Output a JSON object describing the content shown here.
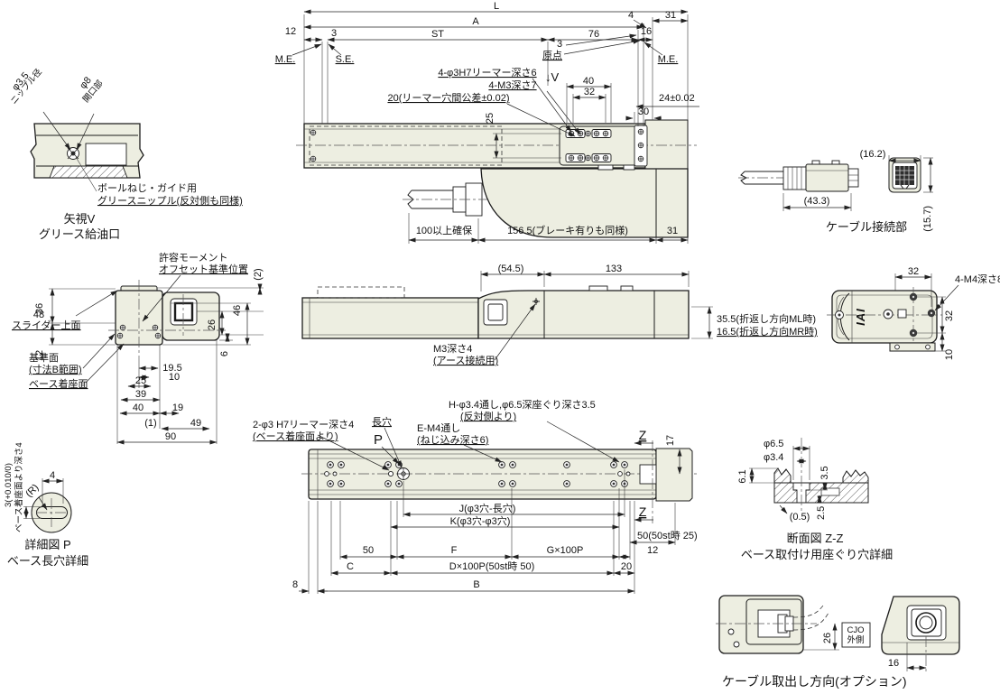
{
  "colors": {
    "background": "#ffffff",
    "body_fill": "#edeee1",
    "line": "#1c1c1c"
  },
  "top_view": {
    "L": "L",
    "A": "A",
    "ST": "ST",
    "n76": "76",
    "n12": "12",
    "n16": "16",
    "n4": "4",
    "n31": "31",
    "n3a": "3",
    "n3b": "3",
    "meL": "M.E.",
    "seL": "S.E.",
    "origin": "原点",
    "meR": "M.E.",
    "v": "↓V",
    "reamer": "4-φ3H7リーマー深さ6",
    "tap": "4-M3深さ7",
    "pitch": "20(リーマー穴間公差±0.02)",
    "n40": "40",
    "n32": "32",
    "n24": "24±0.02",
    "n30": "30",
    "n25": "25",
    "clear": "100以上確保",
    "motor": "156.5(ブレーキ有りも同様)",
    "n31b": "31"
  },
  "grease_view": {
    "d1": "φ3.5",
    "d1b": "ニップル径",
    "d2": "φ8",
    "d2b": "開口部",
    "note1": "ボールねじ・ガイド用",
    "note2": "グリースニップル(反対側も同様)",
    "title1": "矢視V",
    "title2": "グリース給油口"
  },
  "connector_view": {
    "w": "(43.3)",
    "d": "(16.2)",
    "h": "(15.7)",
    "title": "ケーブル接続部"
  },
  "front_view": {
    "moment1": "許容モーメント",
    "moment2": "オフセット基準位置",
    "n48": "48",
    "slider_top": "スライダー上面",
    "n36": "36",
    "n12": "12",
    "datum1": "基準面",
    "datum2": "(寸法B範囲)",
    "seat": "ベース着座面",
    "n195": "19.5",
    "n10": "10",
    "n25": "25",
    "n39": "39",
    "n40": "40",
    "n19": "19",
    "n1": "(1)",
    "n49": "49",
    "n90": "90",
    "n26": "26",
    "n6": "6",
    "n46": "46",
    "n2": "(2)"
  },
  "side_view": {
    "n545": "(54.5)",
    "n133": "133",
    "earth1": "M3深さ4",
    "earth2": "(アース接続用)",
    "ml": "35.5(折返し方向ML時)",
    "mr": "16.5(折返し方向MR時)"
  },
  "rear_view": {
    "n32t": "32",
    "n32r": "32",
    "n10": "10",
    "tap": "4-M4深さ8",
    "logo": "IAI"
  },
  "bottom_view": {
    "reamer1": "2-φ3 H7リーマー深さ4",
    "reamer2": "(ベース着座面より)",
    "slot": "長穴",
    "p": "P",
    "tap1": "E-M4通し",
    "tap2": "(ねじ込み深さ6)",
    "cbore1": "H-φ3.4通し,φ6.5深座ぐり深さ3.5",
    "cbore2": "(反対側より)",
    "zTop": "Z",
    "zBot": "Z",
    "n17": "17",
    "j": "J(φ3穴-長穴)",
    "k": "K(φ3穴-φ3穴)",
    "n50st": "50(50st時 25)",
    "n50": "50",
    "f": "F",
    "g": "G×100P",
    "n12": "12",
    "c": "C",
    "d": "D×100P(50st時 50)",
    "n20": "20",
    "n8": "8",
    "b": "B"
  },
  "detail_p": {
    "n4": "4",
    "r": "(R)",
    "tol": "3(+0.010/0)",
    "depth": "ベース着座面より深さ4",
    "title1": "詳細図 P",
    "title2": "ベース長穴詳細"
  },
  "section_zz": {
    "d65": "φ6.5",
    "d34": "φ3.4",
    "n61": "6.1",
    "n35": "3.5",
    "n05": "(0.5)",
    "n25": "2.5",
    "title1": "断面図 Z-Z",
    "title2": "ベース取付け用座ぐり穴詳細"
  },
  "cable_outlet": {
    "n26": "26",
    "cjo1": "CJO",
    "cjo2": "外側",
    "n16": "16",
    "title": "ケーブル取出し方向(オプション)"
  }
}
